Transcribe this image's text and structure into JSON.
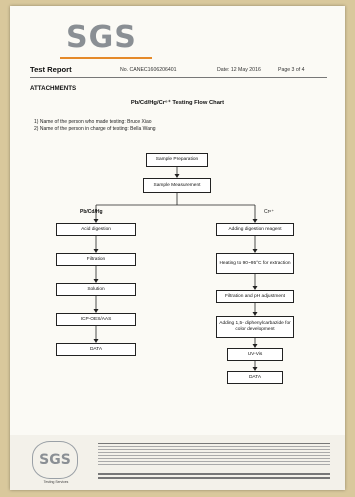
{
  "header": {
    "logo": "SGS",
    "report_title": "Test Report",
    "report_no": "No. CANEC1606206401",
    "date": "Date: 12 May 2016",
    "page": "Page 3 of 4"
  },
  "attachments_heading": "ATTACHMENTS",
  "flow_title": "Pb/Cd/Hg/Cr⁶⁺ Testing Flow Chart",
  "persons": [
    "1) Name of the person who made testing:  Bruce Xiao",
    "2) Name of the person in charge of testing:  Bella Wang"
  ],
  "flow": {
    "start": "Sample Preparation",
    "measure": "Sample Measurement",
    "left_label": "Pb/Cd/Hg",
    "right_label": "Cr⁶⁺",
    "left_steps": [
      "Acid digestion",
      "Filtration",
      "Solution",
      "ICP-OES/AAS",
      "DATA"
    ],
    "right_steps": [
      "Adding digestion reagent",
      "Heating to 90~95°C for extraction",
      "Filtration and pH adjustment",
      "Adding 1,5- diphenylcarbazide for color development",
      "UV-Vis",
      "DATA"
    ]
  },
  "footer": {
    "logo": "SGS",
    "logo_sub": "Testing Services"
  }
}
